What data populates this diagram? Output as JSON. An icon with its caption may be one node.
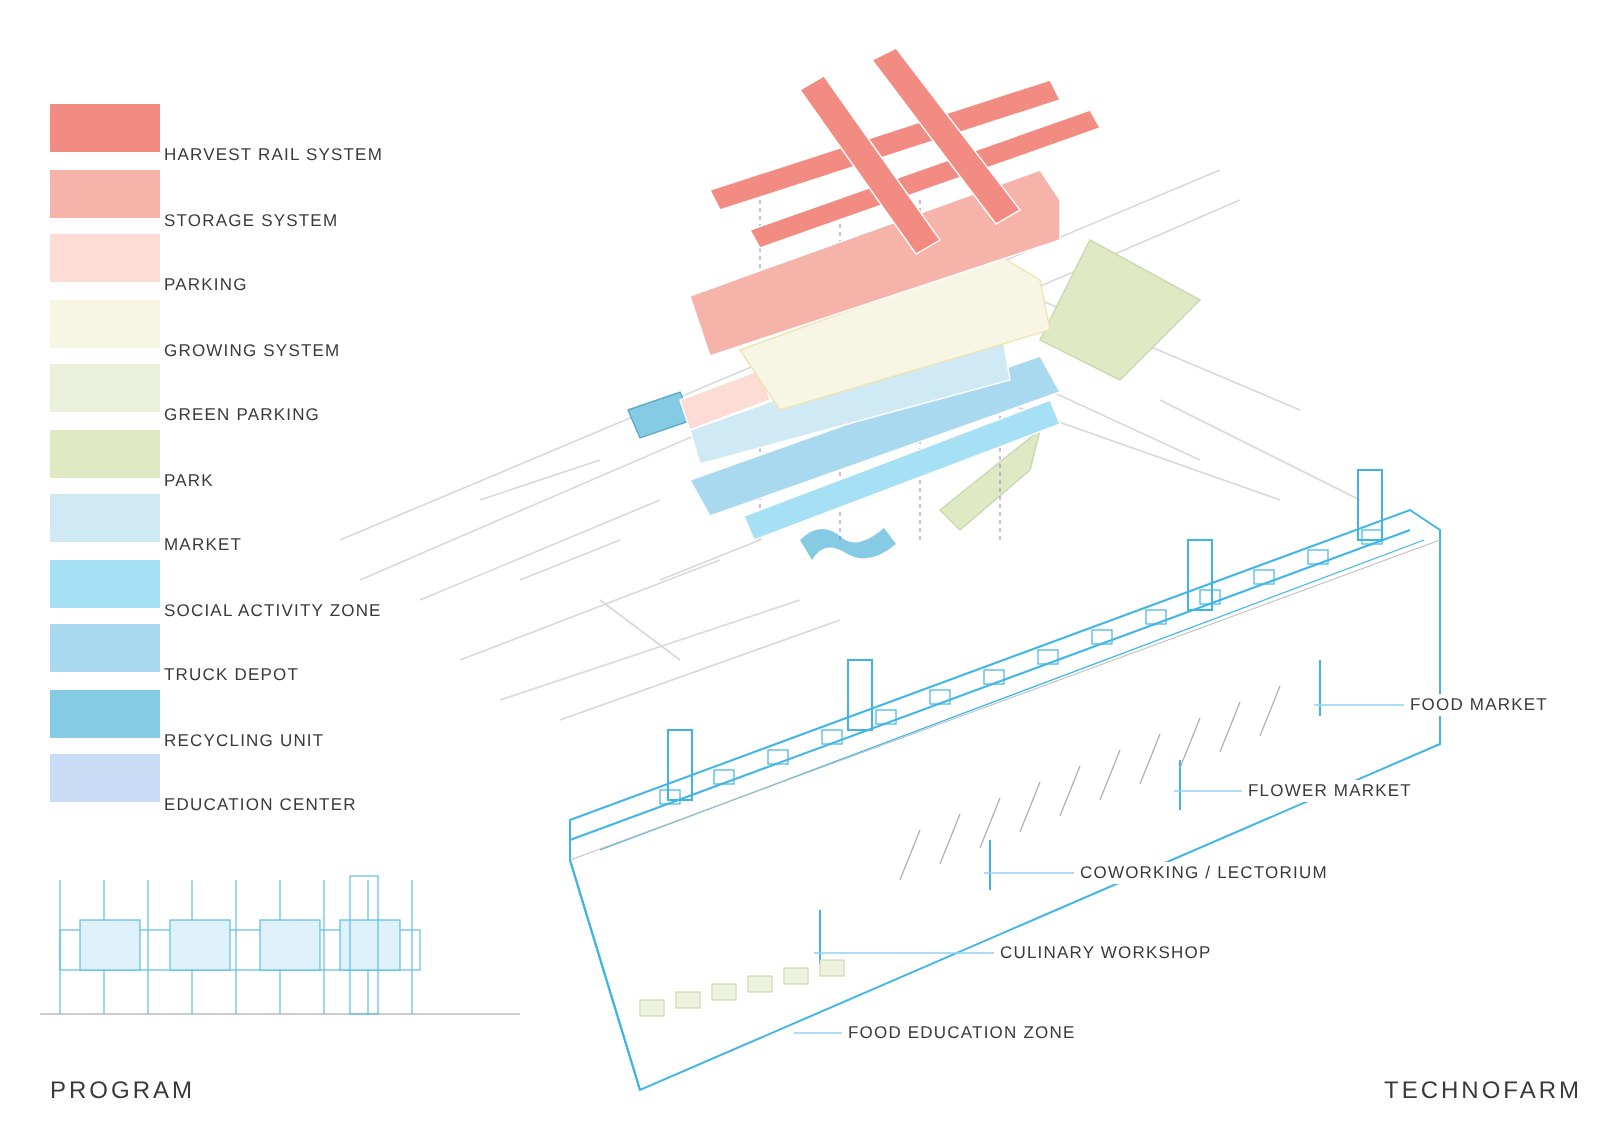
{
  "diagram": {
    "nodes": [
      {
        "text": [
          "FOOD MARKET"
        ]
      },
      {
        "text": [
          "FLOWER MARKET"
        ]
      },
      {
        "text": [
          "COWORKING / LECTORIUM"
        ]
      },
      {
        "text": [
          "CULINARY WORKSHOP"
        ]
      },
      {
        "text": [
          "FOOD EDUCATION ZONE"
        ]
      }
    ],
    "edges": [
      {
        "from": 0,
        "to": null,
        "arrow": "none"
      },
      {
        "from": 1,
        "to": null,
        "arrow": "none"
      },
      {
        "from": 2,
        "to": null,
        "arrow": "none"
      },
      {
        "from": 3,
        "to": null,
        "arrow": "none"
      },
      {
        "from": 4,
        "to": null,
        "arrow": "none"
      }
    ],
    "labels": [
      "PROGRAM",
      "TECHNOFARM"
    ],
    "legend": [
      {
        "text": "HARVEST RAIL SYSTEM",
        "color": "#f28b82"
      },
      {
        "text": "STORAGE SYSTEM",
        "color": "#f5b3aa"
      },
      {
        "text": "PARKING",
        "color": "#fcdcd4"
      },
      {
        "text": "GROWING SYSTEM",
        "color": "#f7f6e4"
      },
      {
        "text": "GREEN PARKING",
        "color": "#eaf0dc"
      },
      {
        "text": "PARK",
        "color": "#dfeac4"
      },
      {
        "text": "MARKET",
        "color": "#cfe9f5"
      },
      {
        "text": "SOCIAL ACTIVITY ZONE",
        "color": "#a5e0f5"
      },
      {
        "text": "TRUCK DEPOT",
        "color": "#a8d9ee"
      },
      {
        "text": "RECYCLING UNIT",
        "color": "#86cbe4"
      },
      {
        "text": "EDUCATION CENTER",
        "color": "#c9dcf5"
      }
    ]
  }
}
